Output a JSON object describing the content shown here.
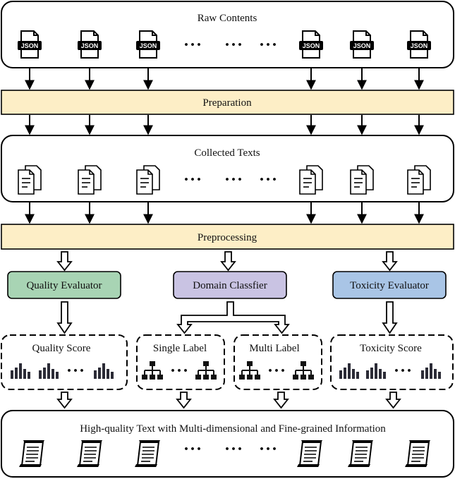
{
  "raw_contents": {
    "title": "Raw Contents",
    "file_label": "JSON",
    "ellipsis": "• • •"
  },
  "preparation": {
    "label": "Preparation"
  },
  "collected_texts": {
    "title": "Collected Texts",
    "ellipsis": "• • •"
  },
  "preprocessing": {
    "label": "Preprocessing"
  },
  "quality_evaluator": {
    "label": "Quality Evaluator",
    "color": "#a8d4b4"
  },
  "domain_classifier": {
    "label": "Domain Classfier",
    "color": "#c9c3e3"
  },
  "toxicity_evaluator": {
    "label": "Toxicity Evaluator",
    "color": "#a9c5e6"
  },
  "quality_score": {
    "label": "Quality Score",
    "ellipsis": "• • •"
  },
  "single_label": {
    "label": "Single Label",
    "ellipsis": "• • •"
  },
  "multi_label": {
    "label": "Multi Label",
    "ellipsis": "• • •"
  },
  "toxicity_score": {
    "label": "Toxicity Score",
    "ellipsis": "• • •"
  },
  "output": {
    "title": "High-quality Text with Multi-dimensional and Fine-grained Information",
    "ellipsis": "• • •"
  },
  "colors": {
    "band": "#fdeec6",
    "icon": "#2b2b36"
  }
}
